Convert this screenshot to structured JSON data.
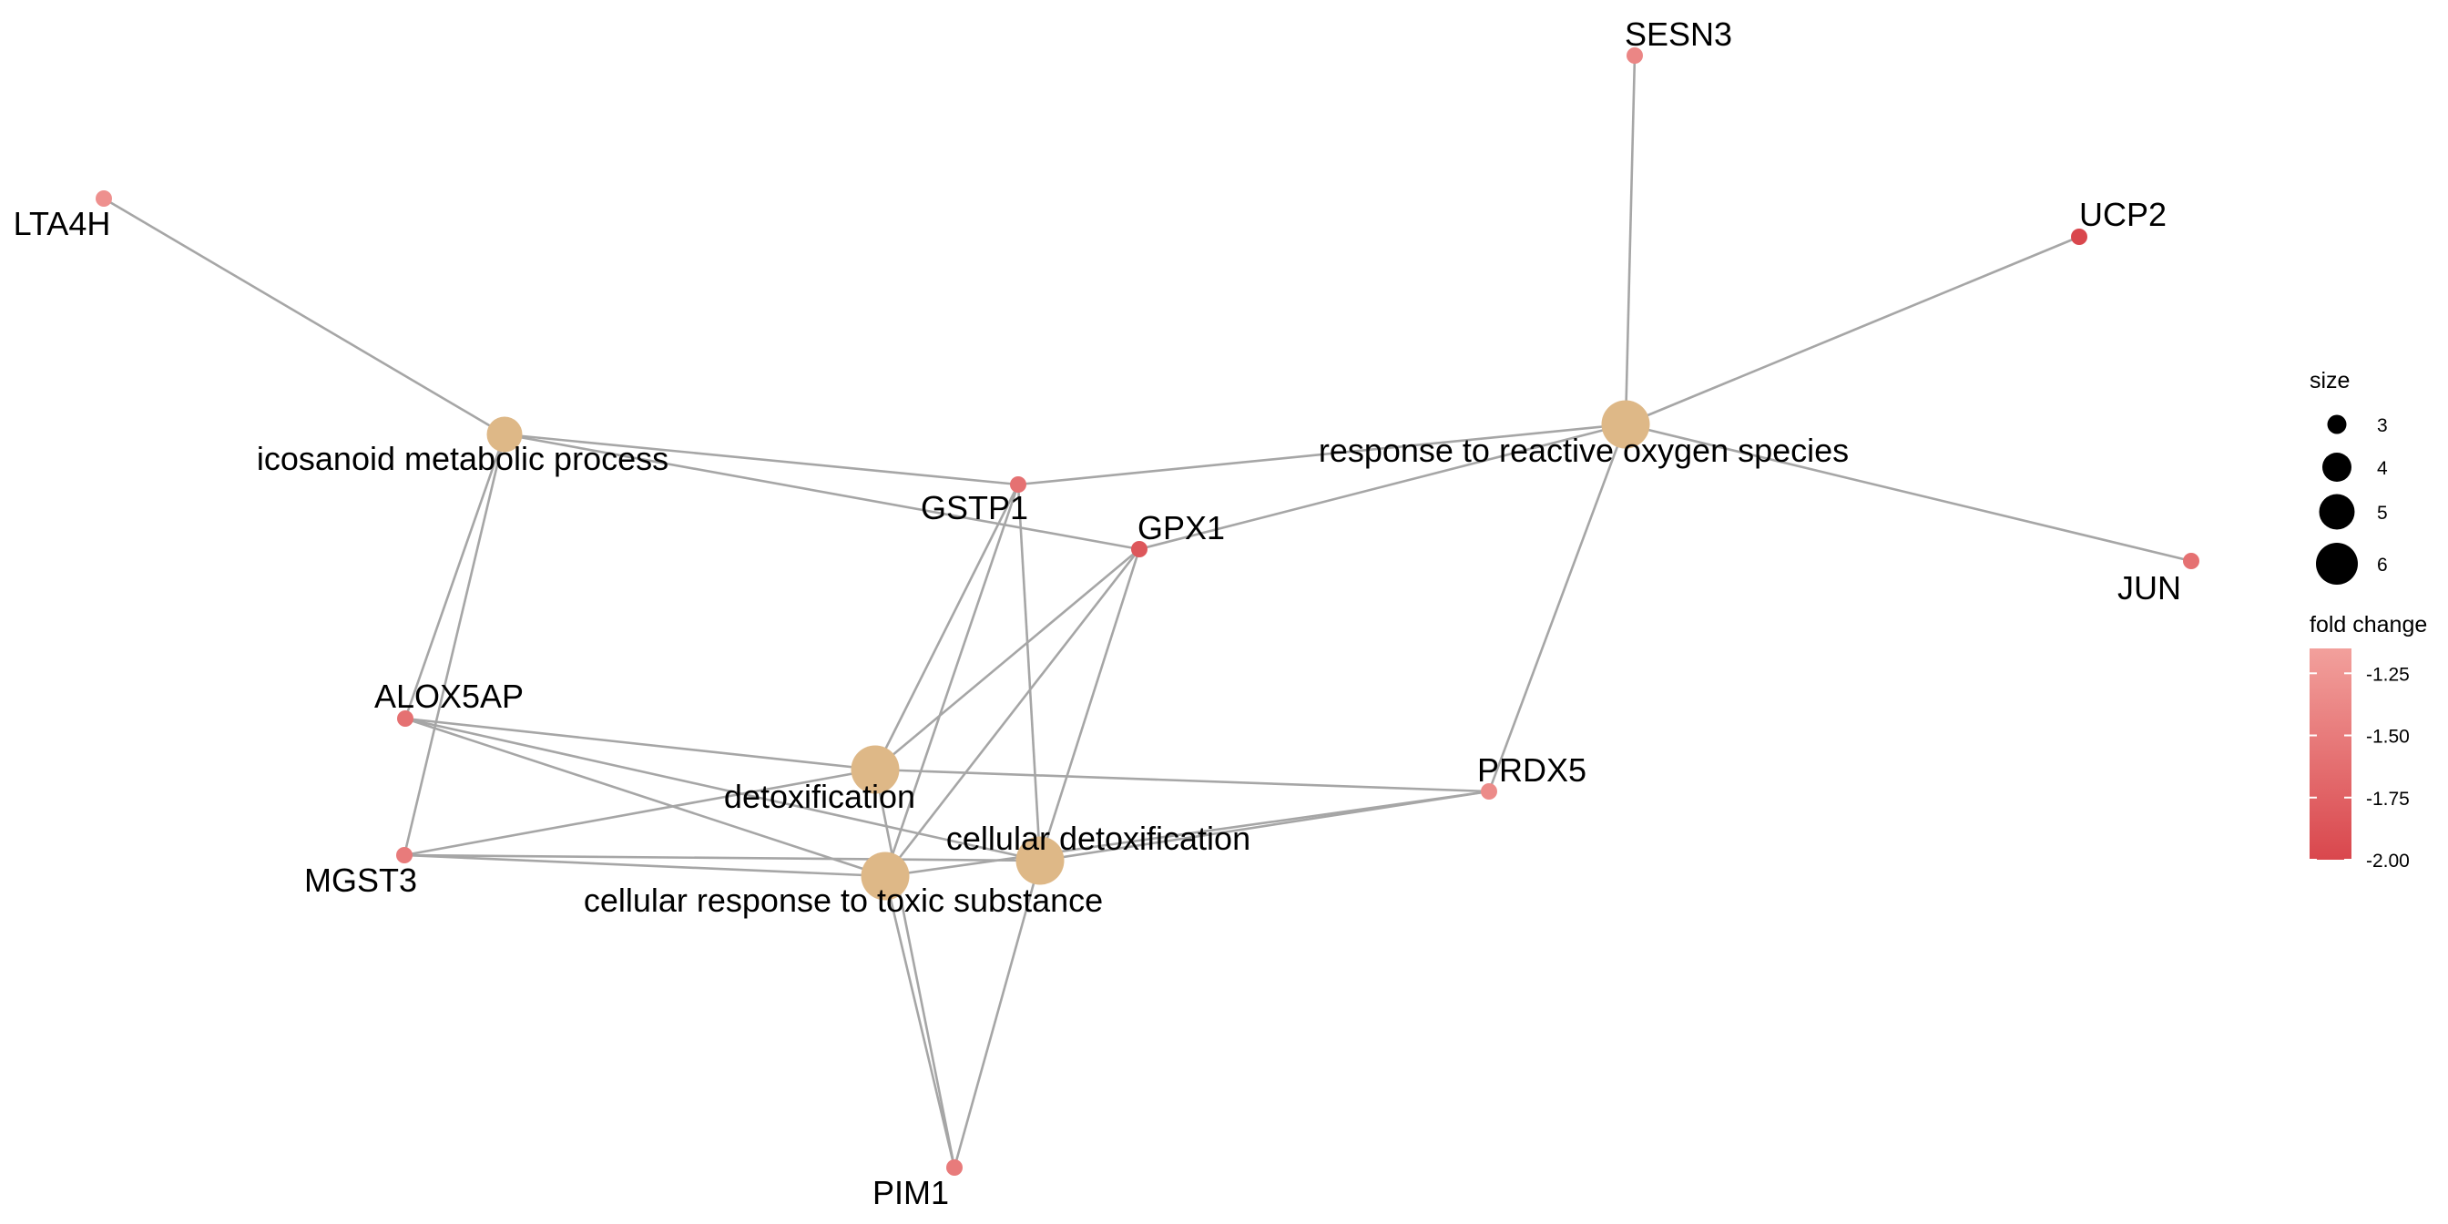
{
  "nodes": [
    {
      "id": "lta4h",
      "label": "LTA4H",
      "kind": "gene",
      "fold_change": -1.3
    },
    {
      "id": "sesn3",
      "label": "SESN3",
      "kind": "gene",
      "fold_change": -1.4
    },
    {
      "id": "ucp2",
      "label": "UCP2",
      "kind": "gene",
      "fold_change": -2.0
    },
    {
      "id": "jun",
      "label": "JUN",
      "kind": "gene",
      "fold_change": -1.6
    },
    {
      "id": "gstp1",
      "label": "GSTP1",
      "kind": "gene",
      "fold_change": -1.6
    },
    {
      "id": "gpx1",
      "label": "GPX1",
      "kind": "gene",
      "fold_change": -1.85
    },
    {
      "id": "alox5ap",
      "label": "ALOX5AP",
      "kind": "gene",
      "fold_change": -1.6
    },
    {
      "id": "mgst3",
      "label": "MGST3",
      "kind": "gene",
      "fold_change": -1.5
    },
    {
      "id": "prdx5",
      "label": "PRDX5",
      "kind": "gene",
      "fold_change": -1.35
    },
    {
      "id": "pim1",
      "label": "PIM1",
      "kind": "gene",
      "fold_change": -1.5
    },
    {
      "id": "icosanoid",
      "label": "icosanoid metabolic process",
      "kind": "term",
      "size": 3
    },
    {
      "id": "ros",
      "label": "response to reactive oxygen species",
      "kind": "term",
      "size": 5
    },
    {
      "id": "detox",
      "label": "detoxification",
      "kind": "term",
      "size": 5
    },
    {
      "id": "celldetox",
      "label": "cellular detoxification",
      "kind": "term",
      "size": 5
    },
    {
      "id": "toxic",
      "label": "cellular response to toxic substance",
      "kind": "term",
      "size": 5
    }
  ],
  "edges": [
    [
      "lta4h",
      "icosanoid"
    ],
    [
      "icosanoid",
      "gstp1"
    ],
    [
      "icosanoid",
      "gpx1"
    ],
    [
      "icosanoid",
      "alox5ap"
    ],
    [
      "icosanoid",
      "mgst3"
    ],
    [
      "sesn3",
      "ros"
    ],
    [
      "ucp2",
      "ros"
    ],
    [
      "jun",
      "ros"
    ],
    [
      "gstp1",
      "ros"
    ],
    [
      "gpx1",
      "ros"
    ],
    [
      "prdx5",
      "ros"
    ],
    [
      "gstp1",
      "detox"
    ],
    [
      "gstp1",
      "toxic"
    ],
    [
      "gstp1",
      "celldetox"
    ],
    [
      "gpx1",
      "detox"
    ],
    [
      "gpx1",
      "toxic"
    ],
    [
      "gpx1",
      "celldetox"
    ],
    [
      "alox5ap",
      "detox"
    ],
    [
      "alox5ap",
      "toxic"
    ],
    [
      "alox5ap",
      "celldetox"
    ],
    [
      "mgst3",
      "detox"
    ],
    [
      "mgst3",
      "toxic"
    ],
    [
      "mgst3",
      "celldetox"
    ],
    [
      "prdx5",
      "detox"
    ],
    [
      "prdx5",
      "toxic"
    ],
    [
      "prdx5",
      "celldetox"
    ],
    [
      "pim1",
      "detox"
    ],
    [
      "pim1",
      "toxic"
    ],
    [
      "pim1",
      "celldetox"
    ]
  ],
  "colors": {
    "edge": "#a6a6a6",
    "term": "#deb887",
    "fold_low": "#d9474d",
    "fold_high": "#f2a09c"
  },
  "legend": {
    "size": {
      "title": "size",
      "entries": [
        {
          "size": 3,
          "label": "3"
        },
        {
          "size": 4,
          "label": "4"
        },
        {
          "size": 5,
          "label": "5"
        },
        {
          "size": 6,
          "label": "6"
        }
      ]
    },
    "fold_change": {
      "title": "fold change",
      "min": -2.0,
      "max": -1.15,
      "ticks": [
        {
          "value": -1.25,
          "label": "-1.25"
        },
        {
          "value": -1.5,
          "label": "-1.50"
        },
        {
          "value": -1.75,
          "label": "-1.75"
        },
        {
          "value": -2.0,
          "label": "-2.00"
        }
      ]
    }
  }
}
